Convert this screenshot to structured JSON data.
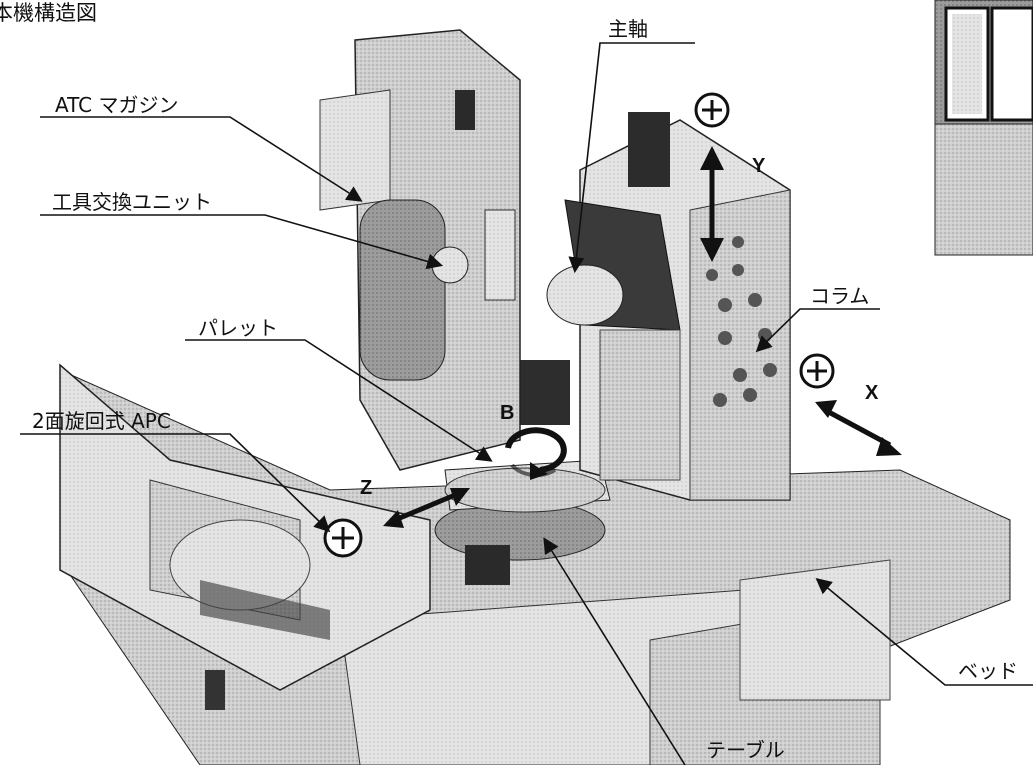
{
  "title": "本機構造図",
  "labels": {
    "atc_magazine": "ATC マガジン",
    "tool_change_unit": "工具交換ユニット",
    "spindle": "主軸",
    "pallet": "パレット",
    "column": "コラム",
    "apc": "2面旋回式 APC",
    "bed": "ベッド",
    "table": "テーブル"
  },
  "axes": {
    "y": "Y",
    "x": "X",
    "z": "Z",
    "b": "B"
  },
  "colors": {
    "machine_fill": "#c8c8c8",
    "machine_dark": "#3a3a3a",
    "machine_light": "#e6e6e6",
    "line": "#111111"
  },
  "icons": [
    "plus-circle-icon",
    "rotation-arrow-icon",
    "double-arrow-icon"
  ]
}
